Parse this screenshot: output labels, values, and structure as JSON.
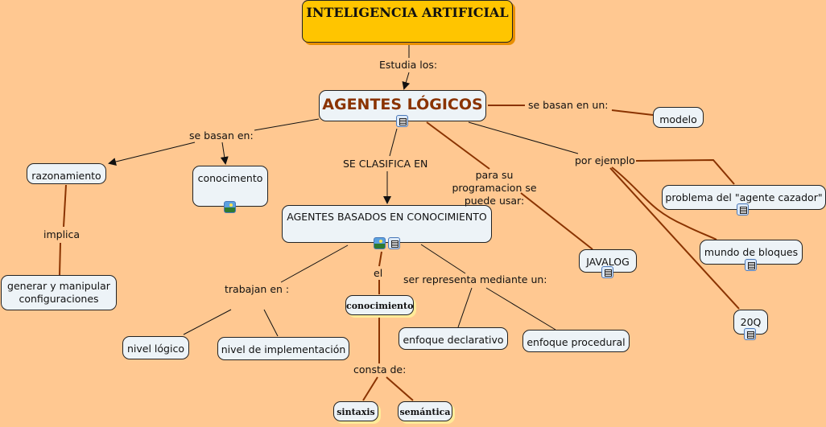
{
  "colors": {
    "background": "#ffc891",
    "root_fill": "#ffc500",
    "node_fill": "#edf3f7",
    "main_text": "#8a3300",
    "link_brown": "#8a3300",
    "link_black": "#111111"
  },
  "root": {
    "label": "INTELIGENCIA ARTIFICIAL"
  },
  "main": {
    "label": "AGENTES LÓGICOS",
    "icons": [
      "document-icon"
    ]
  },
  "concepts": {
    "modelo": "modelo",
    "razonamiento": "razonamiento",
    "conocimento": "conocimento",
    "generar": "generar y manipular configuraciones",
    "agentes_basados": "AGENTES BASADOS EN CONOCIMIENTO",
    "conocimiento": "conocimiento",
    "nivel_logico": "nivel lógico",
    "nivel_impl": "nivel de implementación",
    "declarativo": "enfoque declarativo",
    "procedural": "enfoque procedural",
    "sintaxis": "sintaxis",
    "semantica": "semántica",
    "javalog": "JAVALOG",
    "cazador": "problema del \"agente cazador\"",
    "bloques": "mundo de bloques",
    "q20": "20Q"
  },
  "linking_phrases": {
    "estudia": "Estudia los:",
    "basan_un": "se basan en  un:",
    "basan": "se basan en:",
    "clasifica": "SE CLASIFICA EN",
    "programacion": "para su programacion se puede usar:",
    "ejemplo": "por ejemplo",
    "implica": "implica",
    "trabajan": "trabajan en :",
    "el": "el",
    "representa": "ser representa mediante un:",
    "consta": "consta de:"
  }
}
